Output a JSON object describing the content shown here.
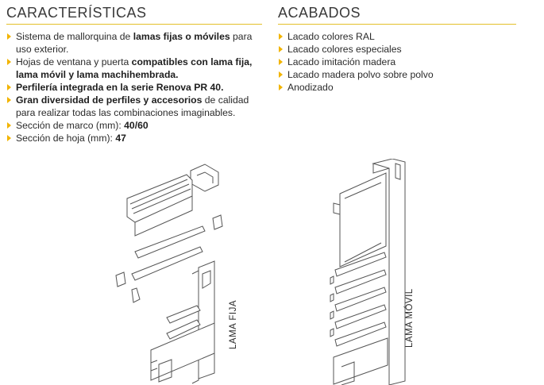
{
  "caracteristicas": {
    "title": "CARACTERÍSTICAS",
    "items": [
      [
        {
          "t": "Sistema de mallorquina de ",
          "b": false
        },
        {
          "t": "lamas fijas o móviles",
          "b": true
        },
        {
          "t": " para uso exterior.",
          "b": false
        }
      ],
      [
        {
          "t": "Hojas de ventana y puerta ",
          "b": false
        },
        {
          "t": "compatibles con lama fija, lama móvil y lama machihembrada.",
          "b": true
        }
      ],
      [
        {
          "t": "Perfilería integrada en la serie Renova PR 40.",
          "b": true
        }
      ],
      [
        {
          "t": "Gran diversidad de perfiles y accesorios",
          "b": true
        },
        {
          "t": " de calidad para realizar todas las combinaciones imaginables.",
          "b": false
        }
      ],
      [
        {
          "t": "Sección de marco (mm): ",
          "b": false
        },
        {
          "t": "40/60",
          "b": true
        }
      ],
      [
        {
          "t": "Sección de hoja (mm): ",
          "b": false
        },
        {
          "t": "47",
          "b": true
        }
      ]
    ]
  },
  "acabados": {
    "title": "ACABADOS",
    "items": [
      "Lacado colores RAL",
      "Lacado colores especiales",
      "Lacado imitación madera",
      "Lacado madera polvo sobre polvo",
      "Anodizado"
    ]
  },
  "diagrams": {
    "fija_label": "LAMA FIJA",
    "movil_label": "LAMA MÓVIL"
  },
  "colors": {
    "bullet": "#f2b400",
    "rule": "#e3c02a",
    "line": "#555555"
  }
}
